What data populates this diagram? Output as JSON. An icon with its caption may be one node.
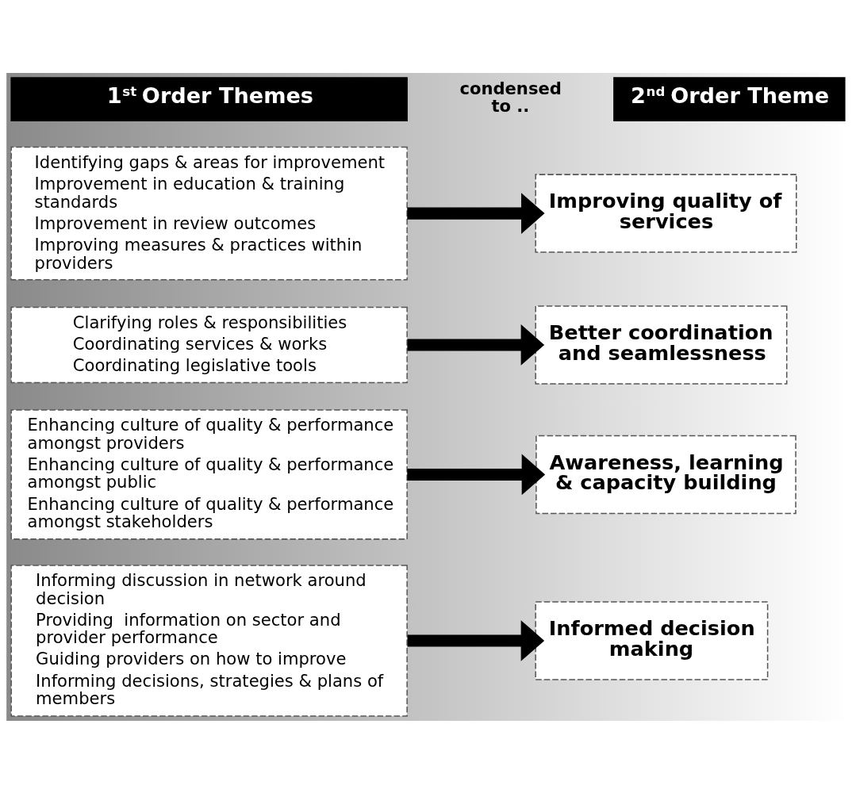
{
  "diagram": {
    "nodes": [
      {
        "text": [
          "1$^{st}$ Order Themes"
        ]
      },
      {
        "text": [
          "2$^{nd}$ Order Theme"
        ]
      },
      {
        "text": [
          "Identifying gaps & areas for improvement",
          "Improvement in education & training standards",
          "Improvement in review outcomes",
          "Improving measures & practices within providers"
        ]
      },
      {
        "text": [
          "Improving quality of services"
        ]
      },
      {
        "text": [
          "Clarifying roles & responsibilities",
          "Coordinating services & works",
          "Coordinating legislative tools"
        ]
      },
      {
        "text": [
          "Better coordination and seamlessness"
        ]
      },
      {
        "text": [
          "Enhancing culture of quality & performance amongst providers",
          "Enhancing culture of quality & performance amongst public",
          "Enhancing culture of quality & performance amongst stakeholders"
        ]
      },
      {
        "text": [
          "Awareness, learning & capacity building"
        ]
      },
      {
        "text": [
          "Informing discussion in network around decision",
          "Providing  information on sector and provider performance",
          "Guiding providers on how to improve",
          "Informing decisions, strategies & plans of members"
        ]
      },
      {
        "text": [
          "Informed decision making"
        ]
      }
    ],
    "edges": [
      {
        "from": 2,
        "to": 3,
        "arrow": "to"
      },
      {
        "from": 4,
        "to": 5,
        "arrow": "to"
      },
      {
        "from": 6,
        "to": 7,
        "arrow": "to"
      },
      {
        "from": 8,
        "to": 9,
        "arrow": "to"
      }
    ],
    "labels": [
      "condensed to .."
    ]
  }
}
